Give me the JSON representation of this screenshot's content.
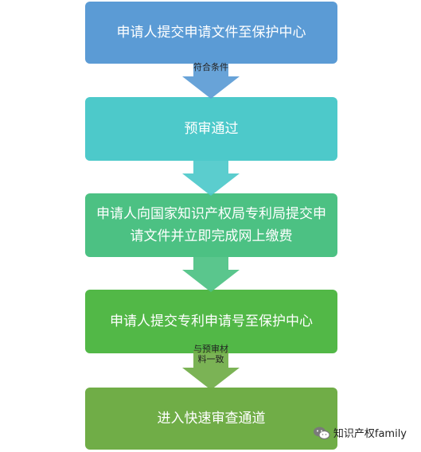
{
  "flowchart": {
    "steps": [
      {
        "label": "申请人提交申请文件至保护中心",
        "color": "#5B9BD5"
      },
      {
        "label": "预审通过",
        "color": "#4DC9CA"
      },
      {
        "label": "申请人向国家知识产权局专利局提交申请文件并立即完成网上缴费",
        "color": "#4CC183"
      },
      {
        "label": "申请人提交专利申请号至保护中心",
        "color": "#52B847"
      },
      {
        "label": "进入快速审查通道",
        "color": "#70AD47"
      }
    ],
    "connectors": [
      {
        "label": "符合条件",
        "color": "#5B9BD5"
      },
      {
        "label": "",
        "color": "#4DC9CA"
      },
      {
        "label": "",
        "color": "#4CC183"
      },
      {
        "label": "与预审材料一致",
        "color": "#70AD47"
      }
    ]
  },
  "watermark": {
    "text": "知识产权family",
    "icon": "wechat-icon"
  }
}
